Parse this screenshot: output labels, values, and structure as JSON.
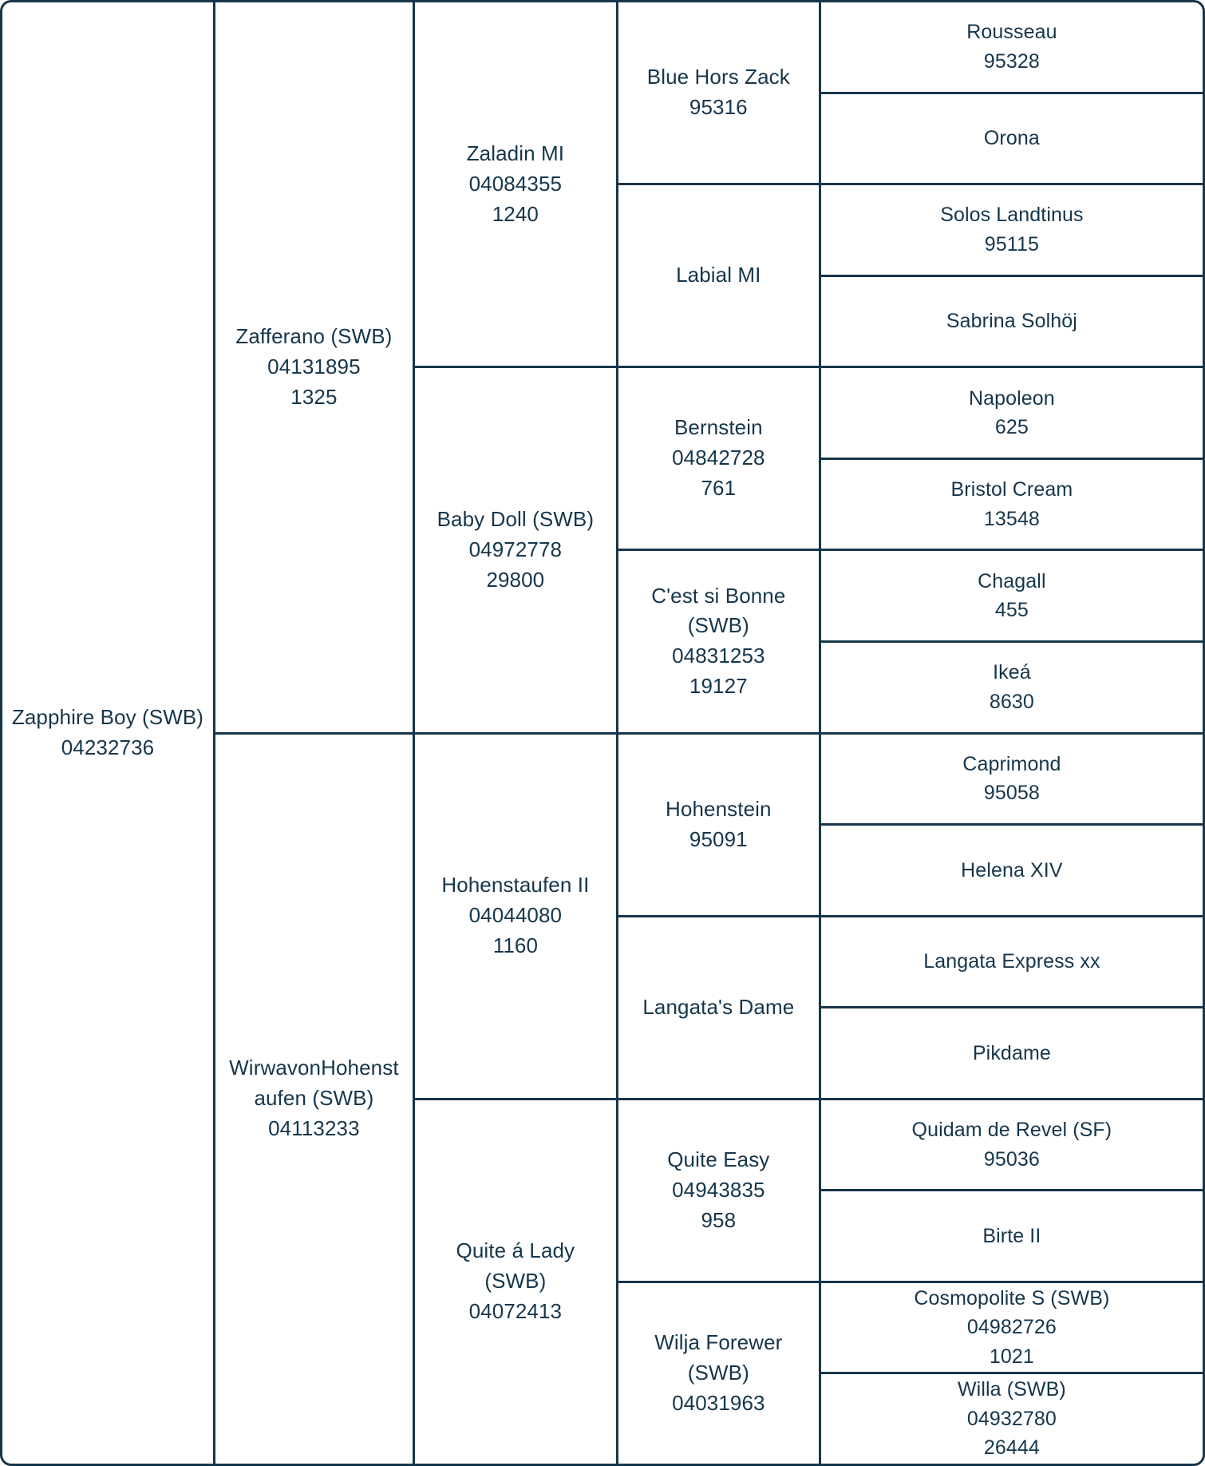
{
  "pedigree": {
    "accent_color": "#16364b",
    "background_color": "#ffffff",
    "generations": [
      {
        "level": 0,
        "cells": [
          {
            "name": "Zapphire Boy (SWB)",
            "id": "04232736",
            "num": ""
          }
        ]
      },
      {
        "level": 1,
        "cells": [
          {
            "name": "Zafferano (SWB)",
            "id": "04131895",
            "num": "1325"
          },
          {
            "name": "WirwavonHohenstaufen (SWB)",
            "id": "04113233",
            "num": ""
          }
        ]
      },
      {
        "level": 2,
        "cells": [
          {
            "name": "Zaladin MI",
            "id": "04084355",
            "num": "1240"
          },
          {
            "name": "Baby Doll (SWB)",
            "id": "04972778",
            "num": "29800"
          },
          {
            "name": "Hohenstaufen II",
            "id": "04044080",
            "num": "1160"
          },
          {
            "name": "Quite á Lady (SWB)",
            "id": "04072413",
            "num": ""
          }
        ]
      },
      {
        "level": 3,
        "cells": [
          {
            "name": "Blue Hors Zack",
            "id": "95316",
            "num": ""
          },
          {
            "name": "Labial MI",
            "id": "",
            "num": ""
          },
          {
            "name": "Bernstein",
            "id": "04842728",
            "num": "761"
          },
          {
            "name": "C'est si Bonne (SWB)",
            "id": "04831253",
            "num": "19127"
          },
          {
            "name": "Hohenstein",
            "id": "95091",
            "num": ""
          },
          {
            "name": "Langata's Dame",
            "id": "",
            "num": ""
          },
          {
            "name": "Quite Easy",
            "id": "04943835",
            "num": "958"
          },
          {
            "name": "Wilja Forewer (SWB)",
            "id": "04031963",
            "num": ""
          }
        ]
      },
      {
        "level": 4,
        "cells": [
          {
            "name": "Rousseau",
            "id": "95328",
            "num": ""
          },
          {
            "name": "Orona",
            "id": "",
            "num": ""
          },
          {
            "name": "Solos Landtinus",
            "id": "95115",
            "num": ""
          },
          {
            "name": "Sabrina Solhöj",
            "id": "",
            "num": ""
          },
          {
            "name": "Napoleon",
            "id": "625",
            "num": ""
          },
          {
            "name": "Bristol Cream",
            "id": "13548",
            "num": ""
          },
          {
            "name": "Chagall",
            "id": "455",
            "num": ""
          },
          {
            "name": "Ikeá",
            "id": "8630",
            "num": ""
          },
          {
            "name": "Caprimond",
            "id": "95058",
            "num": ""
          },
          {
            "name": "Helena XIV",
            "id": "",
            "num": ""
          },
          {
            "name": "Langata Express xx",
            "id": "",
            "num": ""
          },
          {
            "name": "Pikdame",
            "id": "",
            "num": ""
          },
          {
            "name": "Quidam de Revel (SF)",
            "id": "95036",
            "num": ""
          },
          {
            "name": "Birte II",
            "id": "",
            "num": ""
          },
          {
            "name": "Cosmopolite S (SWB)",
            "id": "04982726",
            "num": "1021"
          },
          {
            "name": "Willa (SWB)",
            "id": "04932780",
            "num": "26444"
          }
        ]
      }
    ]
  }
}
